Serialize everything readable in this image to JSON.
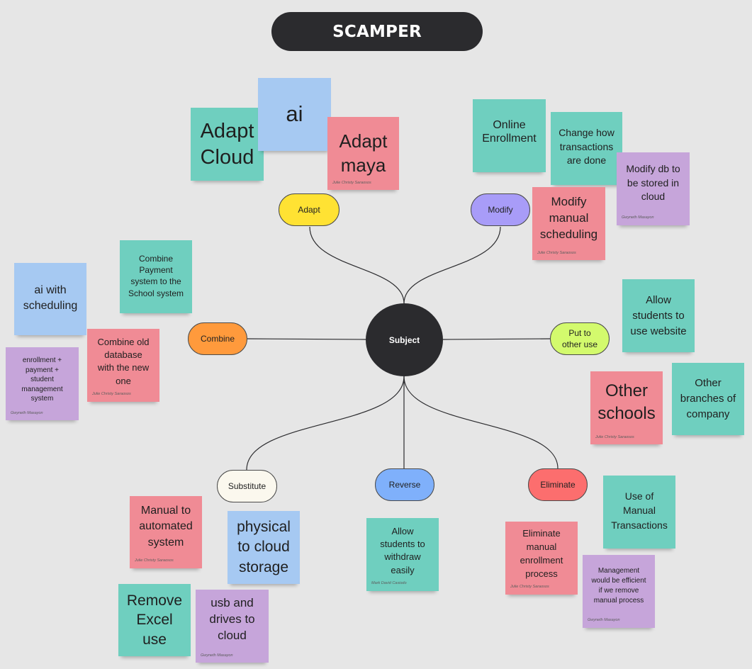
{
  "title": "SCAMPER",
  "center": "Subject",
  "colors": {
    "teal": "#6fcfbf",
    "pink": "#f08b95",
    "blue": "#a6c9f2",
    "purple": "#c6a5da",
    "adapt": "#ffe233",
    "modify": "#a89cf8",
    "combine": "#ff9a3c",
    "put_to_other_use": "#d3fa6d",
    "substitute": "#fbf8ee",
    "reverse": "#7fb0fb",
    "eliminate": "#fc6e6e"
  },
  "branches": {
    "adapt": "Adapt",
    "modify": "Modify",
    "combine": "Combine",
    "put_to_other_use": "Put to\nother use",
    "substitute": "Substitute",
    "reverse": "Reverse",
    "eliminate": "Eliminate"
  },
  "notes": {
    "adapt_cloud": {
      "text": "Adapt\nCloud"
    },
    "ai": {
      "text": "ai"
    },
    "adapt_maya": {
      "text": "Adapt\nmaya",
      "author": "Julie Christy Saraosos"
    },
    "online_enrollment": {
      "text": "Online\nEnrollment"
    },
    "change_transactions": {
      "text": "Change how\ntransactions\nare done"
    },
    "modify_db": {
      "text": "Modify db to\nbe stored in\ncloud",
      "author": "Gwyneth Masayon"
    },
    "modify_scheduling": {
      "text": "Modify\nmanual\nscheduling",
      "author": "Julie Christy Saraosos"
    },
    "combine_payment": {
      "text": "Combine\nPayment\nsystem to the\nSchool system"
    },
    "ai_scheduling": {
      "text": "ai with\nscheduling"
    },
    "combine_old_db": {
      "text": "Combine old\ndatabase\nwith the new\none",
      "author": "Julie Christy Saraosos"
    },
    "enrollment_system": {
      "text": "enrollment +\npayment +\nstudent\nmanagement\nsystem",
      "author": "Gwyneth Masayon"
    },
    "allow_website": {
      "text": "Allow\nstudents to\nuse website"
    },
    "other_schools": {
      "text": "Other\nschools",
      "author": "Julie Christy Saraosos"
    },
    "other_branches": {
      "text": "Other\nbranches of\ncompany"
    },
    "manual_automated": {
      "text": "Manual to\nautomated\nsystem",
      "author": "Julie Christy Saraosos"
    },
    "physical_cloud": {
      "text": "physical\nto cloud\nstorage"
    },
    "remove_excel": {
      "text": "Remove\nExcel\nuse"
    },
    "usb_drives": {
      "text": "usb and\ndrives to\ncloud",
      "author": "Gwyneth Masayon"
    },
    "allow_withdraw": {
      "text": "Allow\nstudents to\nwithdraw\neasily",
      "author": "Mark David Casiodo"
    },
    "eliminate_manual": {
      "text": "Eliminate\nmanual\nenrollment\nprocess",
      "author": "Julie Christy Saraosos"
    },
    "use_manual_transactions": {
      "text": "Use of\nManual\nTransactions"
    },
    "management_efficient": {
      "text": "Management\nwould be efficient\nif we remove\nmanual process",
      "author": "Gwyneth Masayon"
    }
  }
}
